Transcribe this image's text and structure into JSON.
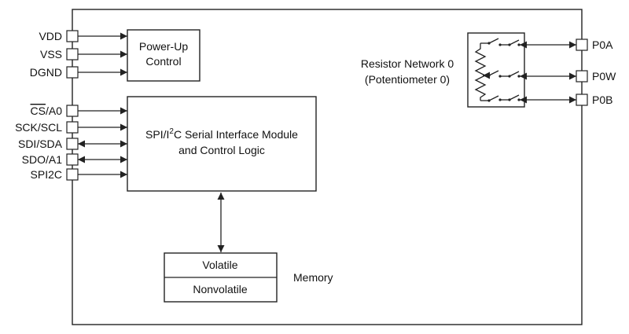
{
  "pins_left": [
    {
      "label": "VDD",
      "overline": "",
      "suffix": "",
      "direction": "in"
    },
    {
      "label": "VSS",
      "overline": "",
      "suffix": "",
      "direction": "in"
    },
    {
      "label": "DGND",
      "overline": "",
      "suffix": "",
      "direction": "in"
    },
    {
      "label": "",
      "overline": "CS",
      "suffix": "/A0",
      "direction": "in"
    },
    {
      "label": "SCK/SCL",
      "overline": "",
      "suffix": "",
      "direction": "in"
    },
    {
      "label": "SDI/SDA",
      "overline": "",
      "suffix": "",
      "direction": "bi"
    },
    {
      "label": "SDO/A1",
      "overline": "",
      "suffix": "",
      "direction": "bi"
    },
    {
      "label": "SPI2C",
      "overline": "",
      "suffix": "",
      "direction": "in"
    }
  ],
  "pins_right": [
    {
      "label": "P0A"
    },
    {
      "label": "P0W"
    },
    {
      "label": "P0B"
    }
  ],
  "power_block": {
    "line1": "Power-Up",
    "line2": "Control"
  },
  "serial_block": {
    "line1_pre": "SPI/I",
    "line1_sup": "2",
    "line1_post": "C Serial Interface Module",
    "line2": "and Control Logic"
  },
  "memory": {
    "volatile": "Volatile",
    "nonvolatile": "Nonvolatile",
    "label": "Memory"
  },
  "resistor": {
    "line1": "Resistor Network 0",
    "line2": "(Potentiometer 0)"
  }
}
